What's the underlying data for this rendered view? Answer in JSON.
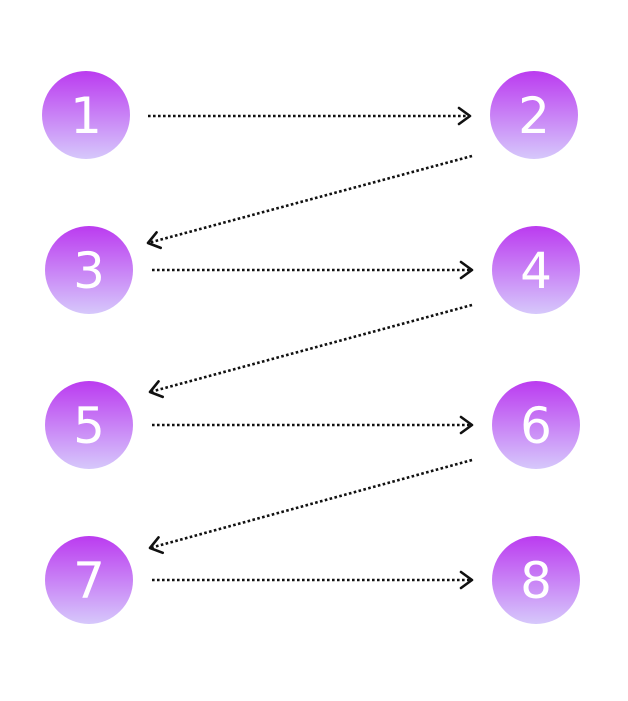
{
  "nodes": [
    {
      "label": "1"
    },
    {
      "label": "2"
    },
    {
      "label": "3"
    },
    {
      "label": "4"
    },
    {
      "label": "5"
    },
    {
      "label": "6"
    },
    {
      "label": "7"
    },
    {
      "label": "8"
    }
  ],
  "colors": {
    "node_top": "#bb3bf0",
    "node_bottom": "#d6c8fb",
    "arrow": "#111111",
    "background": "#ffffff"
  }
}
